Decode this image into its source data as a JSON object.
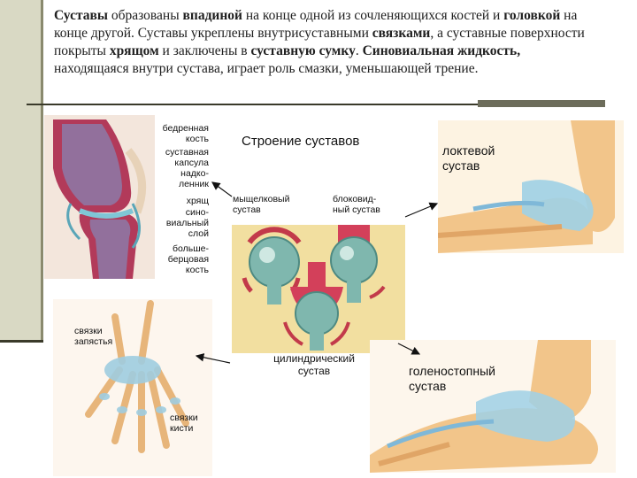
{
  "paragraph": {
    "s1_bold": "Суставы",
    "s1_a": " образованы ",
    "s1_bold2": "впадиной",
    "s1_b": " на конце одной из сочленяющихся костей и ",
    "s1_bold3": "головкой",
    "s1_c": " на конце другой. Суставы укреплены внутрисуставными ",
    "s1_bold4": "связками",
    "s1_d": ", а суставные поверхности покрыты ",
    "s1_bold5": "хрящом",
    "s1_e": " и заключены в ",
    "s1_bold6": "суставную сумку",
    "s1_f": ". ",
    "s2_bold": "Синовиальная жидкость,",
    "s2_a": " находящаяся внутри сустава, играет роль смазки, уменьшающей трение."
  },
  "section_title": "Строение суставов",
  "knee_labels": {
    "femur": "бедренная\nкость",
    "capsule": "суставная\nкапсула",
    "patella": "надко-\nленник",
    "cartilage": "хрящ",
    "synovial": "сино-\nвиальный\nслой",
    "tibia": "больше-\nберцовая\nкость"
  },
  "joint_types": {
    "condylar": "мыщелковый\nсустав",
    "trochlear": "блоковид-\nный сустав",
    "cylindrical": "цилиндрический\nсустав"
  },
  "elbow_label": "локтевой\nсустав",
  "ankle_label": "голеностопный\nсустав",
  "hand_labels": {
    "wrist": "связки\nзапястья",
    "hand": "связки\nкисти"
  }
}
